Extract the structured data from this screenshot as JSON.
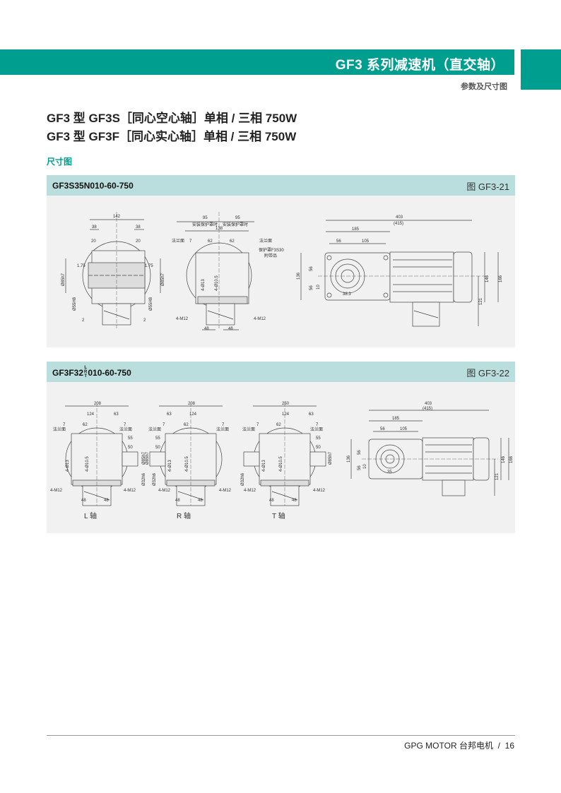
{
  "header": {
    "title": "GF3 系列减速机（直交轴）",
    "subtitle": "参数及尺寸图",
    "accent": "#009e8f"
  },
  "titles": [
    "GF3 型 GF3S［同心空心轴］单相 / 三相 750W",
    "GF3 型 GF3F［同心实心轴］单相 / 三相 750W"
  ],
  "section": "尺寸图",
  "fig21": {
    "model": "GF3S35N010-60-750",
    "figure": "图 GF3-21",
    "front": {
      "w": "142",
      "a1": "38",
      "a2": "38",
      "b1": "20",
      "b2": "20",
      "c1": "1.75",
      "c2": "1.75",
      "d1": "Ø85h7",
      "d2": "Ø85h7",
      "e1": "Ø55H8",
      "e2": "Ø55H8",
      "f1": "2",
      "f2": "2"
    },
    "side": {
      "g1": "95",
      "g2": "95",
      "note1": "安装保护罩时",
      "note2": "安装保护罩时",
      "w": "138",
      "flange1": "法兰面",
      "flange2": "法兰面",
      "s": "7",
      "h1": "62",
      "h2": "62",
      "cover": "保护罩F3S30",
      "accessory": "附带品",
      "hole1": "4-Ø13",
      "hole2": "4-Ø10.5",
      "m1": "4-M12",
      "m2": "4-M12",
      "k1": "48",
      "k2": "48"
    },
    "motor": {
      "len": "403",
      "len2": "(415)",
      "g": "185",
      "p1": "56",
      "p2": "105",
      "h": "136",
      "v1": "56",
      "v2": "56",
      "v3": "10",
      "r": "38.3",
      "mh1": "146",
      "mh2": "166",
      "mh3": "121"
    }
  },
  "fig22": {
    "model_prefix": "GF3F32",
    "model_variants": [
      "L",
      "R",
      "T"
    ],
    "model_suffix": "010-60-750",
    "figure": "图 GF3-22",
    "views": [
      {
        "caption": "L 轴",
        "w": "208",
        "a": "124",
        "b": "63",
        "s1": "7",
        "c": "62",
        "s2": "7",
        "flange1": "法兰面",
        "flange2": "法兰面",
        "d": "55",
        "e": "50",
        "shaft": "Ø85h7",
        "dia": "Ø32h6",
        "hole1": "4-Ø13",
        "hole2": "4-Ø10.5",
        "m1": "4-M12",
        "m2": "4-M12",
        "k1": "48",
        "k2": "48"
      },
      {
        "caption": "R 轴",
        "w": "208",
        "a": "124",
        "b": "63",
        "s1": "7",
        "c": "62",
        "s2": "7",
        "flange1": "法兰面",
        "flange2": "法兰面",
        "d": "55",
        "e": "50",
        "shaft": "Ø85h7",
        "dia": "Ø32h6",
        "hole1": "4-Ø13",
        "hole2": "4-Ø10.5",
        "m1": "4-M12",
        "m2": "4-M12",
        "k1": "48",
        "k2": "48"
      },
      {
        "caption": "T 轴",
        "w": "250",
        "a": "124",
        "b": "63",
        "s1": "7",
        "c": "62",
        "s2": "7",
        "flange1": "法兰面",
        "flange2": "法兰面",
        "d": "55",
        "e": "50",
        "shaft": "Ø85h7",
        "dia": "Ø32h6",
        "hole1": "4-Ø13",
        "hole2": "4-Ø10.5",
        "m1": "4-M12",
        "m2": "4-M12",
        "k1": "48",
        "k2": "48"
      }
    ],
    "motor": {
      "len": "403",
      "len2": "(415)",
      "g": "185",
      "p1": "56",
      "p2": "105",
      "h": "136",
      "v1": "56",
      "v2": "56",
      "v3": "10",
      "r": "35",
      "mh1": "146",
      "mh2": "166",
      "mh3": "121"
    }
  },
  "footer": {
    "brand": "GPG MOTOR 台邦电机",
    "separator": "/",
    "page": "16"
  }
}
